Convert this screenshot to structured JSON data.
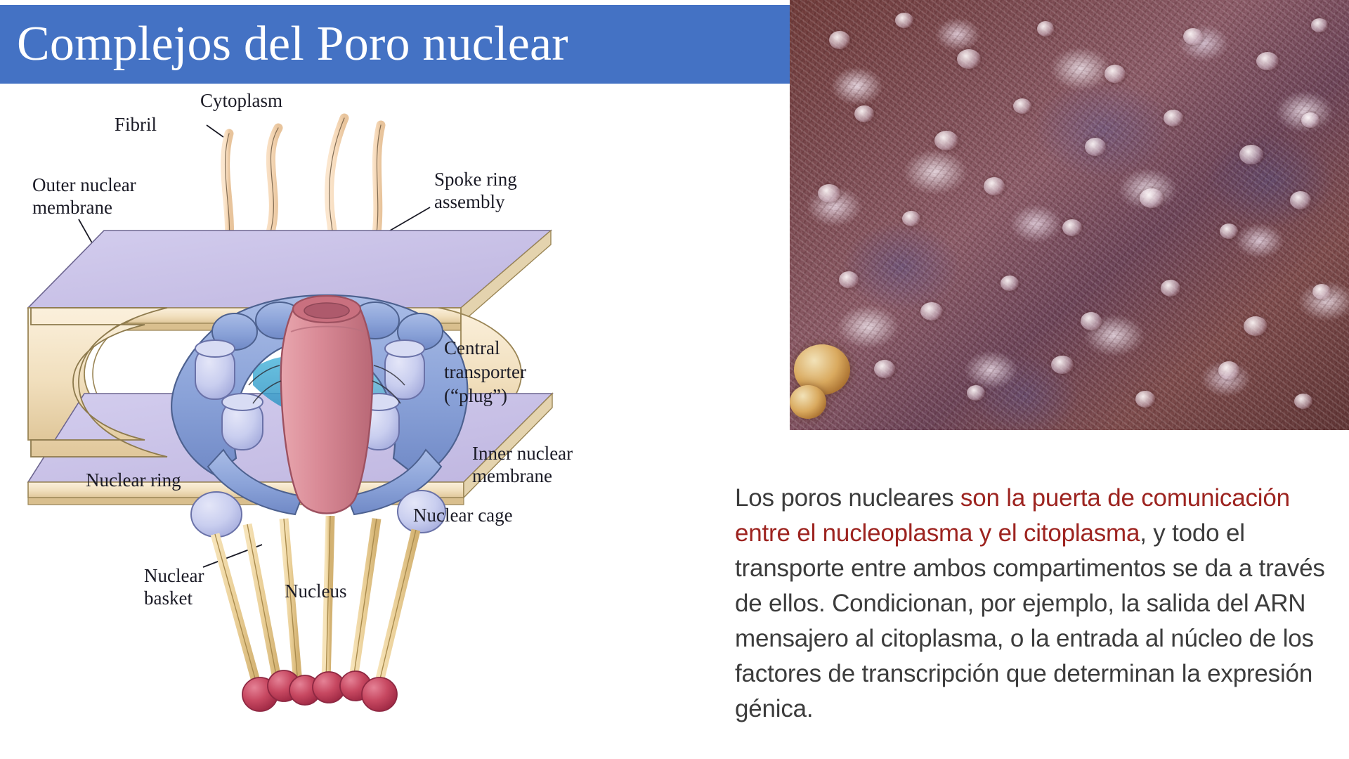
{
  "slide": {
    "title": "Complejos del Poro nuclear",
    "title_bar_color": "#4472C4",
    "title_color": "#FFFFFF",
    "background_color": "#FFFFFF"
  },
  "diagram": {
    "name": "nuclear-pore-complex-diagram",
    "labels": {
      "cytoplasm": "Cytoplasm",
      "fibril": "Fibril",
      "outer_nuclear_membrane_line1": "Outer nuclear",
      "outer_nuclear_membrane_line2": "membrane",
      "spoke_ring_line1": "Spoke ring",
      "spoke_ring_line2": "assembly",
      "central_transporter_line1": "Central",
      "central_transporter_line2": "transporter",
      "central_transporter_line3": "(“plug”)",
      "inner_nuclear_membrane_line1": "Inner nuclear",
      "inner_nuclear_membrane_line2": "membrane",
      "nuclear_ring": "Nuclear ring",
      "nuclear_cage": "Nuclear cage",
      "nuclear_basket_line1": "Nuclear",
      "nuclear_basket_line2": "basket",
      "nucleus": "Nucleus"
    },
    "colors": {
      "membrane_sheet": "#C9C2E6",
      "membrane_edge": "#F6E6C8",
      "fibril": "#F6DCBE",
      "spoke_ring": "#8FA5D8",
      "ring_subunit": "#C6CCEC",
      "central_transporter": "#D98A96",
      "basket_bead": "#C4455E",
      "cage_filament": "#EBCE9A"
    }
  },
  "micrograph": {
    "name": "nuclear-envelope-electron-micrograph",
    "dominant_colors": [
      "#6E3A38",
      "#8A5A66",
      "#5D4C80",
      "#E8D8E2"
    ]
  },
  "paragraph": {
    "segments": [
      {
        "text": "Los poros nucleares ",
        "highlight": false
      },
      {
        "text": "son la puerta de comunicación entre el nucleoplasma y el citoplasma",
        "highlight": true
      },
      {
        "text": ", y todo el transporte entre ambos compartimentos se da a través de ellos.  Condicionan, por ejemplo, la salida del ARN mensajero al citoplasma, o la entrada al núcleo de los factores de transcripción que determinan la expresión génica.",
        "highlight": false
      }
    ],
    "text_color": "#3C3C3C",
    "highlight_color": "#9D2420"
  }
}
